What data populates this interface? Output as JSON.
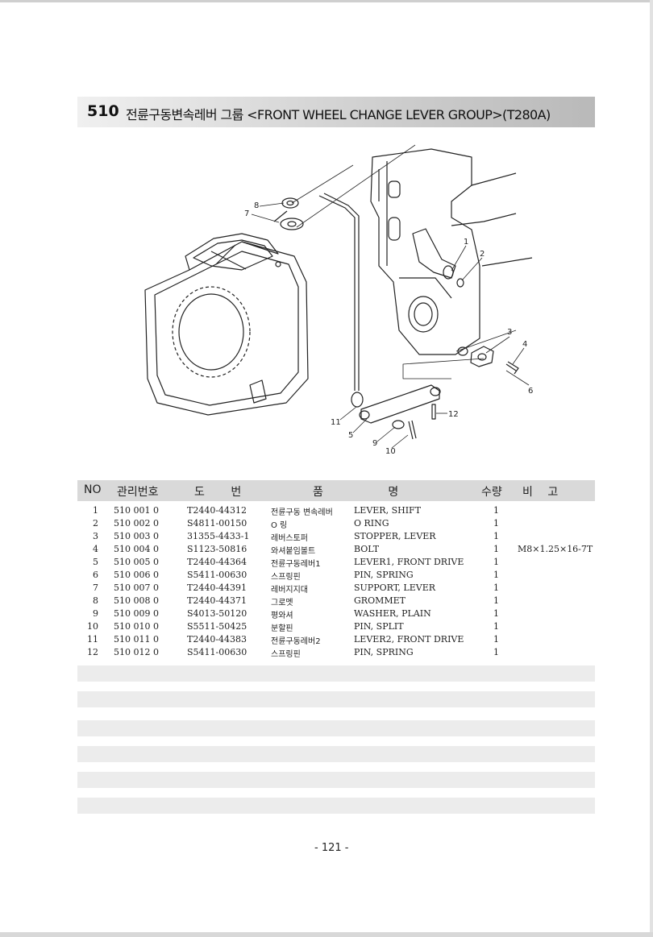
{
  "header": {
    "number": "510",
    "title": "전륜구동변속레버 그룹 <FRONT WHEEL CHANGE LEVER GROUP>(T280A)"
  },
  "diagram": {
    "callouts": [
      "1",
      "2",
      "3",
      "4",
      "5",
      "6",
      "7",
      "8",
      "9",
      "10",
      "11",
      "12"
    ]
  },
  "table": {
    "headers": {
      "no": "NO",
      "code": "관리번호",
      "drawing": "도 번",
      "name": "품 명",
      "qty": "수량",
      "remarks": "비 고"
    },
    "rows": [
      {
        "no": "1",
        "code": "510 001 0",
        "drawing": "T2440-44312",
        "name_kr": "전륜구동 변속레버",
        "name_en": "LEVER, SHIFT",
        "qty": "1",
        "remarks": ""
      },
      {
        "no": "2",
        "code": "510 002 0",
        "drawing": "S4811-00150",
        "name_kr": "O 링",
        "name_en": "O RING",
        "qty": "1",
        "remarks": ""
      },
      {
        "no": "3",
        "code": "510 003 0",
        "drawing": "31355-4433-1",
        "name_kr": "레버스토퍼",
        "name_en": "STOPPER, LEVER",
        "qty": "1",
        "remarks": ""
      },
      {
        "no": "4",
        "code": "510 004 0",
        "drawing": "S1123-50816",
        "name_kr": "와셔붙임볼트",
        "name_en": "BOLT",
        "qty": "1",
        "remarks": "M8×1.25×16-7T"
      },
      {
        "no": "5",
        "code": "510 005 0",
        "drawing": "T2440-44364",
        "name_kr": "전륜구동레버1",
        "name_en": "LEVER1, FRONT DRIVE",
        "qty": "1",
        "remarks": ""
      },
      {
        "no": "6",
        "code": "510 006 0",
        "drawing": "S5411-00630",
        "name_kr": "스프링핀",
        "name_en": "PIN, SPRING",
        "qty": "1",
        "remarks": ""
      },
      {
        "no": "7",
        "code": "510 007 0",
        "drawing": "T2440-44391",
        "name_kr": "레버지지대",
        "name_en": "SUPPORT, LEVER",
        "qty": "1",
        "remarks": ""
      },
      {
        "no": "8",
        "code": "510 008 0",
        "drawing": "T2440-44371",
        "name_kr": "그로멧",
        "name_en": "GROMMET",
        "qty": "1",
        "remarks": ""
      },
      {
        "no": "9",
        "code": "510 009 0",
        "drawing": "S4013-50120",
        "name_kr": "평와셔",
        "name_en": "WASHER, PLAIN",
        "qty": "1",
        "remarks": ""
      },
      {
        "no": "10",
        "code": "510 010 0",
        "drawing": "S5511-50425",
        "name_kr": "분할핀",
        "name_en": "PIN, SPLIT",
        "qty": "1",
        "remarks": ""
      },
      {
        "no": "11",
        "code": "510 011 0",
        "drawing": "T2440-44383",
        "name_kr": "전륜구동레버2",
        "name_en": "LEVER2, FRONT DRIVE",
        "qty": "1",
        "remarks": ""
      },
      {
        "no": "12",
        "code": "510 012 0",
        "drawing": "S5411-00630",
        "name_kr": "스프링핀",
        "name_en": "PIN, SPRING",
        "qty": "1",
        "remarks": ""
      }
    ]
  },
  "footer": {
    "page": "- 121 -"
  }
}
